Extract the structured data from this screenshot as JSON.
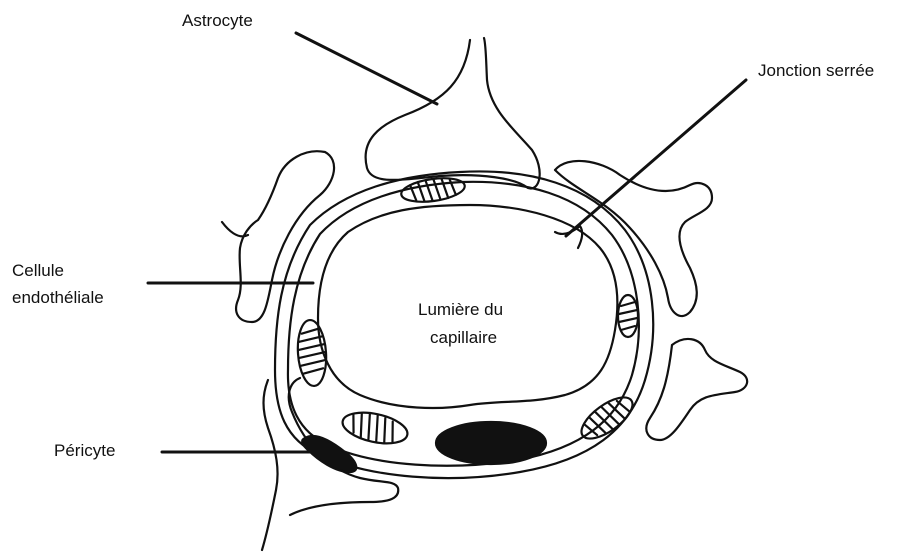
{
  "labels": {
    "astrocyte": "Astrocyte",
    "tight_junction": "Jonction serrée",
    "endothelial_line1": "Cellule",
    "endothelial_line2": "endothéliale",
    "pericyte": "Péricyte",
    "lumen_line1": "Lumière du",
    "lumen_line2": "capillaire"
  },
  "colors": {
    "ink": "#111111",
    "background": "#ffffff"
  }
}
